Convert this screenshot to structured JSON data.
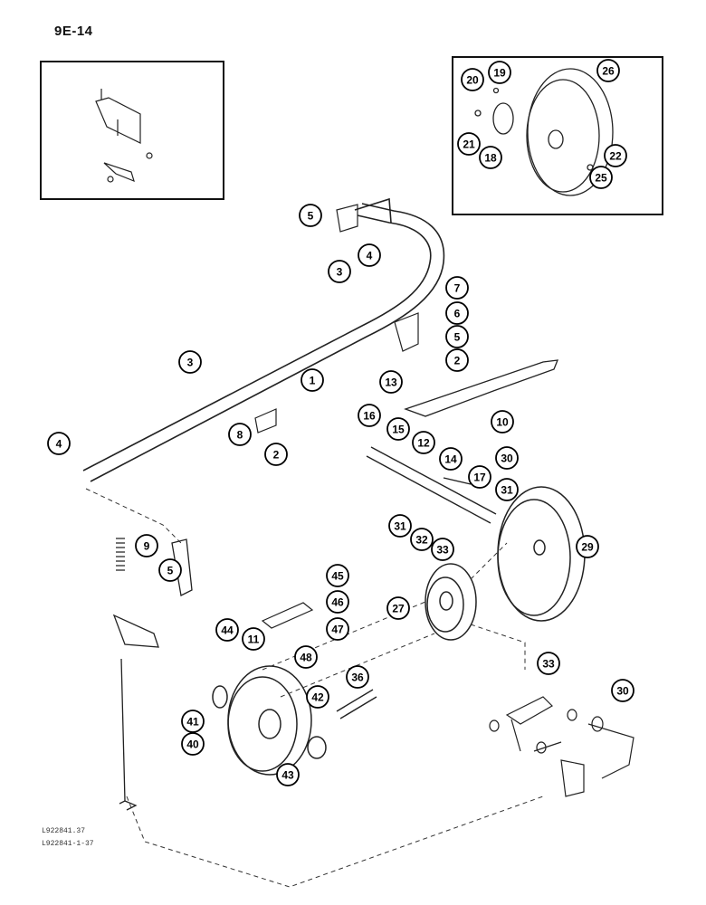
{
  "page_code": "9E-14",
  "ref_codes": [
    "L922841.37",
    "L922841-1-37"
  ],
  "callouts": [
    "1",
    "2",
    "2",
    "3",
    "3",
    "4",
    "4",
    "5",
    "5",
    "5",
    "6",
    "7",
    "8",
    "9",
    "10",
    "11",
    "12",
    "13",
    "14",
    "15",
    "16",
    "17",
    "18",
    "19",
    "20",
    "21",
    "22",
    "25",
    "26",
    "27",
    "29",
    "30",
    "30",
    "31",
    "31",
    "32",
    "33",
    "33",
    "36",
    "40",
    "41",
    "42",
    "43",
    "44",
    "45",
    "46",
    "47",
    "48"
  ]
}
